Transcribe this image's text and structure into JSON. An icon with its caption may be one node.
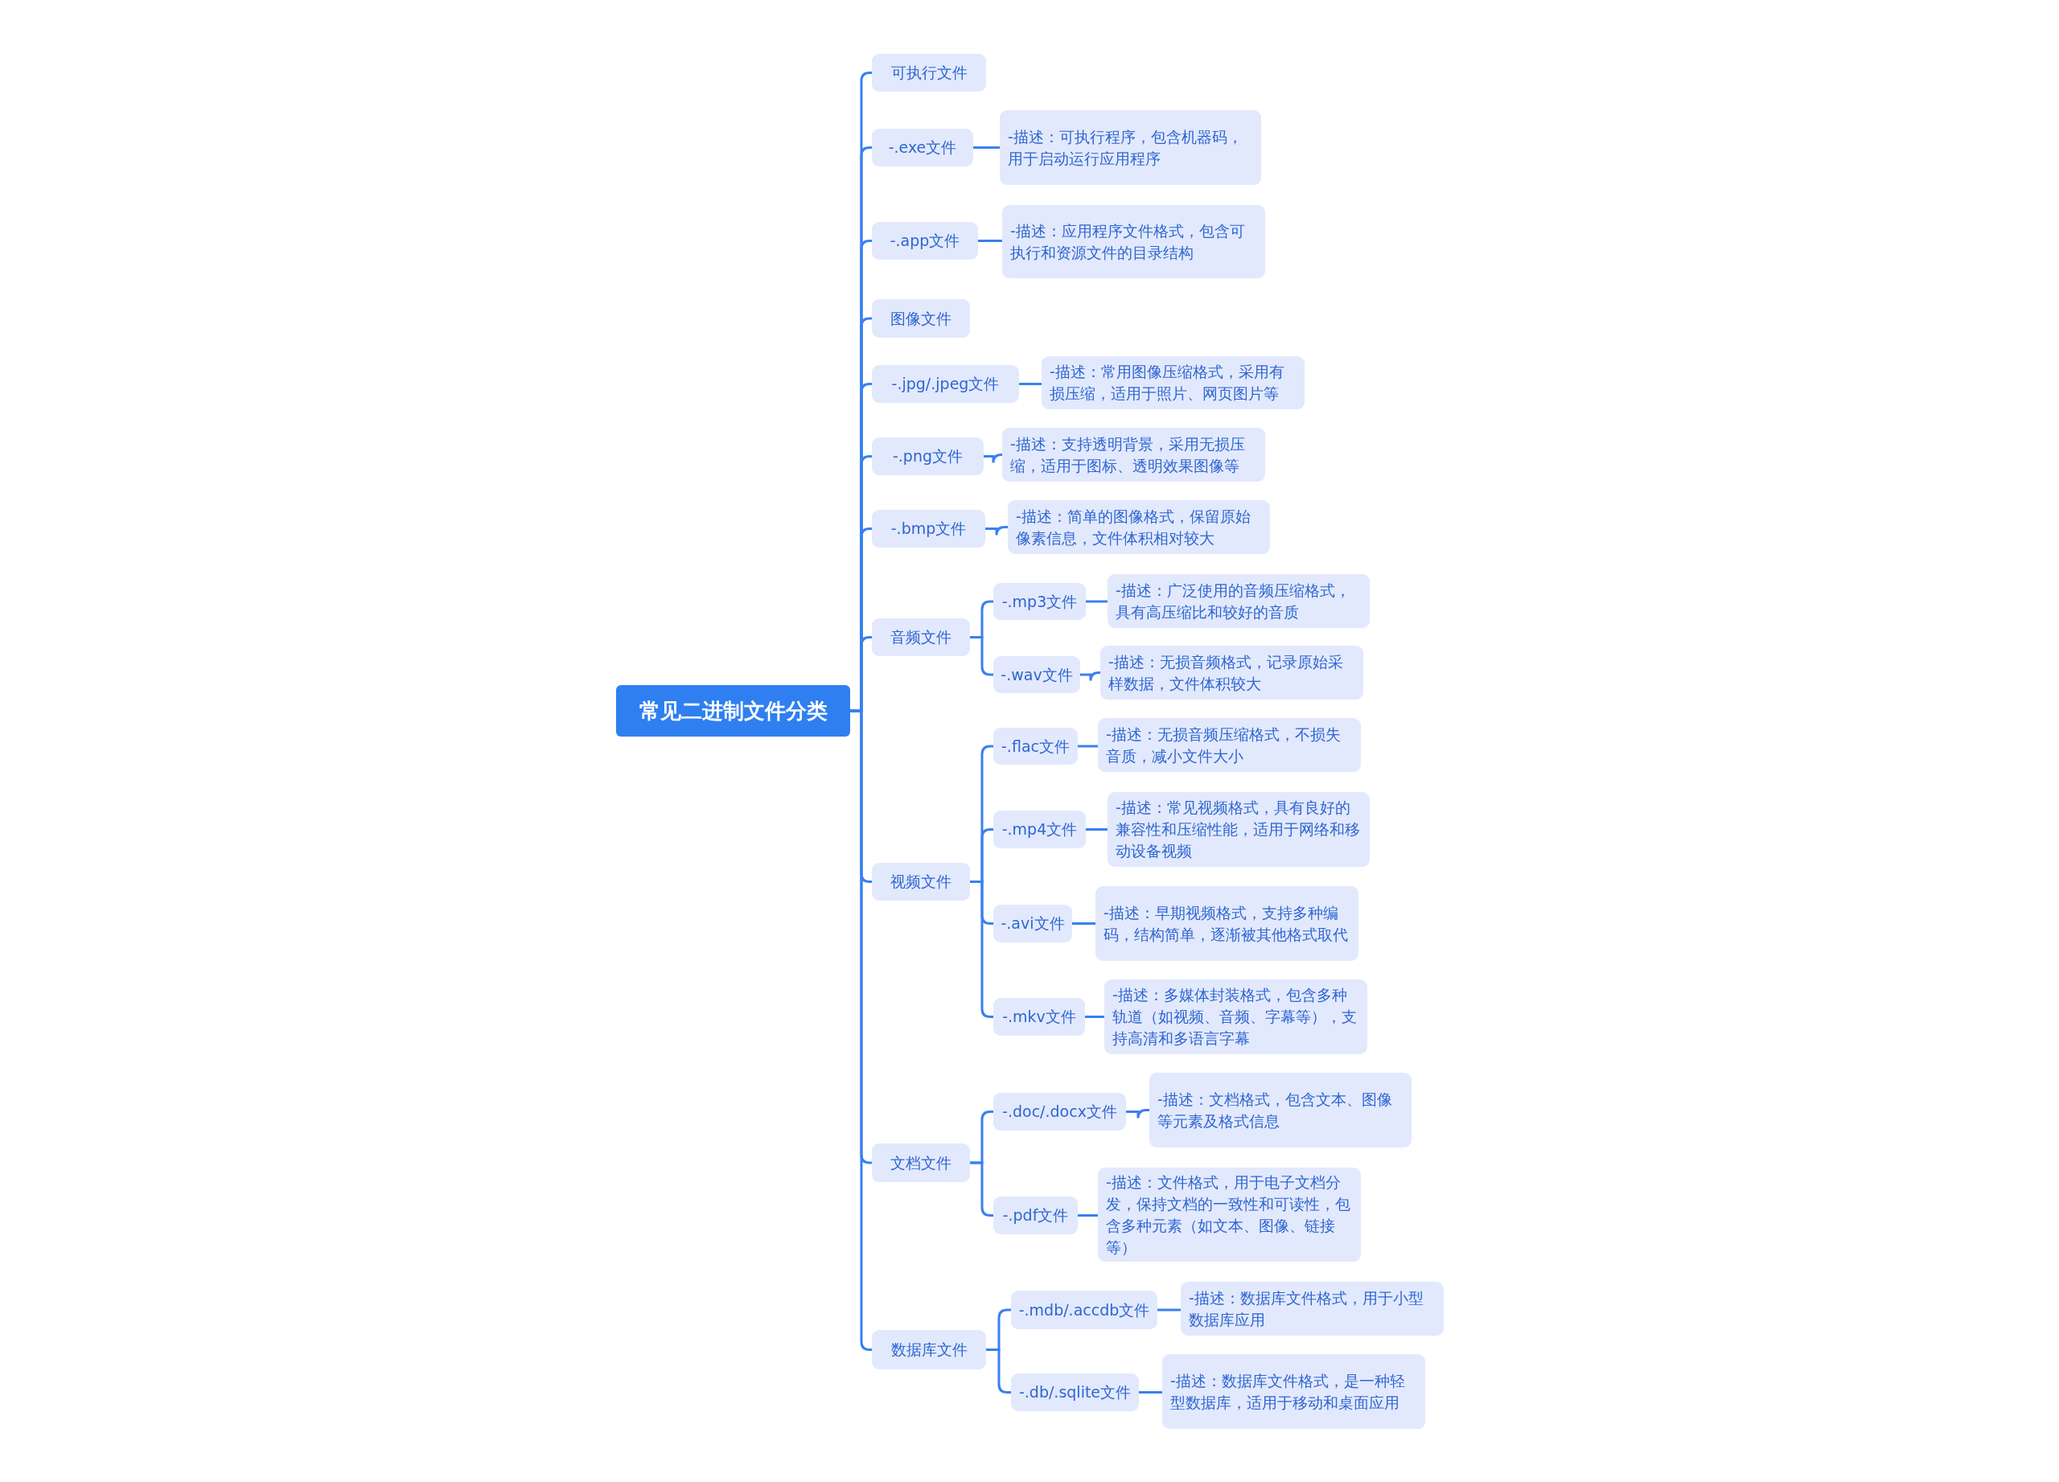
{
  "diagram": {
    "nodes": [
      {
        "text": [
          "常见二进制文件分类"
        ]
      },
      {
        "text": [
          "可执行文件"
        ]
      },
      {
        "text": [
          "-.exe文件"
        ]
      },
      {
        "text": [
          "-描述：可执行程序，包含机器码，用于启动运行应用程序"
        ]
      },
      {
        "text": [
          "-.app文件"
        ]
      },
      {
        "text": [
          "-描述：应用程序文件格式，包含可执行和资源文件的目录结构"
        ]
      },
      {
        "text": [
          "图像文件"
        ]
      },
      {
        "text": [
          "-.jpg/.jpeg文件"
        ]
      },
      {
        "text": [
          "-描述：常用图像压缩格式，采用有损压缩，适用于照片、网页图片等"
        ]
      },
      {
        "text": [
          "-.png文件"
        ]
      },
      {
        "text": [
          "-描述：支持透明背景，采用无损压缩，适用于图标、透明效果图像等"
        ]
      },
      {
        "text": [
          "-.bmp文件"
        ]
      },
      {
        "text": [
          "-描述：简单的图像格式，保留原始像素信息，文件体积相对较大"
        ]
      },
      {
        "text": [
          "音频文件"
        ]
      },
      {
        "text": [
          "-.mp3文件"
        ]
      },
      {
        "text": [
          "-描述：广泛使用的音频压缩格式，具有高压缩比和较好的音质"
        ]
      },
      {
        "text": [
          "-.wav文件"
        ]
      },
      {
        "text": [
          "-描述：无损音频格式，记录原始采样数据，文件体积较大"
        ]
      },
      {
        "text": [
          "视频文件"
        ]
      },
      {
        "text": [
          "-.flac文件"
        ]
      },
      {
        "text": [
          "-描述：无损音频压缩格式，不损失音质，减小文件大小"
        ]
      },
      {
        "text": [
          "-.mp4文件"
        ]
      },
      {
        "text": [
          "-描述：常见视频格式，具有良好的兼容性和压缩性能，适用于网络和移动设备视频"
        ]
      },
      {
        "text": [
          "-.avi文件"
        ]
      },
      {
        "text": [
          "-描述：早期视频格式，支持多种编码，结构简单，逐渐被其他格式取代"
        ]
      },
      {
        "text": [
          "-.mkv文件"
        ]
      },
      {
        "text": [
          "-描述：多媒体封装格式，包含多种轨道（如视频、音频、字幕等），支持高清和多语言字幕"
        ]
      },
      {
        "text": [
          "文档文件"
        ]
      },
      {
        "text": [
          "-.doc/.docx文件"
        ]
      },
      {
        "text": [
          "-描述：文档格式，包含文本、图像等元素及格式信息"
        ]
      },
      {
        "text": [
          "-.pdf文件"
        ]
      },
      {
        "text": [
          "-描述：文件格式，用于电子文档分发，保持文档的一致性和可读性，包含多种元素（如文本、图像、链接等）"
        ]
      },
      {
        "text": [
          "数据库文件"
        ]
      },
      {
        "text": [
          "-.mdb/.accdb文件"
        ]
      },
      {
        "text": [
          "-描述：数据库文件格式，用于小型数据库应用"
        ]
      },
      {
        "text": [
          "-.db/.sqlite文件"
        ]
      },
      {
        "text": [
          "-描述：数据库文件格式，是一种轻型数据库，适用于移动和桌面应用"
        ]
      }
    ],
    "edges": [
      {
        "from": 0,
        "to": 1,
        "arrow": "none"
      },
      {
        "from": 0,
        "to": 2,
        "arrow": "none"
      },
      {
        "from": 2,
        "to": 3,
        "arrow": "none"
      },
      {
        "from": 0,
        "to": 4,
        "arrow": "none"
      },
      {
        "from": 4,
        "to": 5,
        "arrow": "none"
      },
      {
        "from": 0,
        "to": 6,
        "arrow": "none"
      },
      {
        "from": 0,
        "to": 7,
        "arrow": "none"
      },
      {
        "from": 7,
        "to": 8,
        "arrow": "none"
      },
      {
        "from": 0,
        "to": 9,
        "arrow": "none"
      },
      {
        "from": 9,
        "to": 10,
        "arrow": "none"
      },
      {
        "from": 0,
        "to": 11,
        "arrow": "none"
      },
      {
        "from": 11,
        "to": 12,
        "arrow": "none"
      },
      {
        "from": 0,
        "to": 13,
        "arrow": "none"
      },
      {
        "from": 13,
        "to": 14,
        "arrow": "none"
      },
      {
        "from": 14,
        "to": 15,
        "arrow": "none"
      },
      {
        "from": 13,
        "to": 16,
        "arrow": "none"
      },
      {
        "from": 16,
        "to": 17,
        "arrow": "none"
      },
      {
        "from": 0,
        "to": 18,
        "arrow": "none"
      },
      {
        "from": 18,
        "to": 19,
        "arrow": "none"
      },
      {
        "from": 19,
        "to": 20,
        "arrow": "none"
      },
      {
        "from": 18,
        "to": 21,
        "arrow": "none"
      },
      {
        "from": 21,
        "to": 22,
        "arrow": "none"
      },
      {
        "from": 18,
        "to": 23,
        "arrow": "none"
      },
      {
        "from": 23,
        "to": 24,
        "arrow": "none"
      },
      {
        "from": 18,
        "to": 25,
        "arrow": "none"
      },
      {
        "from": 25,
        "to": 26,
        "arrow": "none"
      },
      {
        "from": 0,
        "to": 27,
        "arrow": "none"
      },
      {
        "from": 27,
        "to": 28,
        "arrow": "none"
      },
      {
        "from": 28,
        "to": 29,
        "arrow": "none"
      },
      {
        "from": 27,
        "to": 30,
        "arrow": "none"
      },
      {
        "from": 30,
        "to": 31,
        "arrow": "none"
      },
      {
        "from": 0,
        "to": 32,
        "arrow": "none"
      },
      {
        "from": 32,
        "to": 33,
        "arrow": "none"
      },
      {
        "from": 33,
        "to": 34,
        "arrow": "none"
      },
      {
        "from": 32,
        "to": 35,
        "arrow": "none"
      },
      {
        "from": 35,
        "to": 36,
        "arrow": "none"
      }
    ]
  }
}
